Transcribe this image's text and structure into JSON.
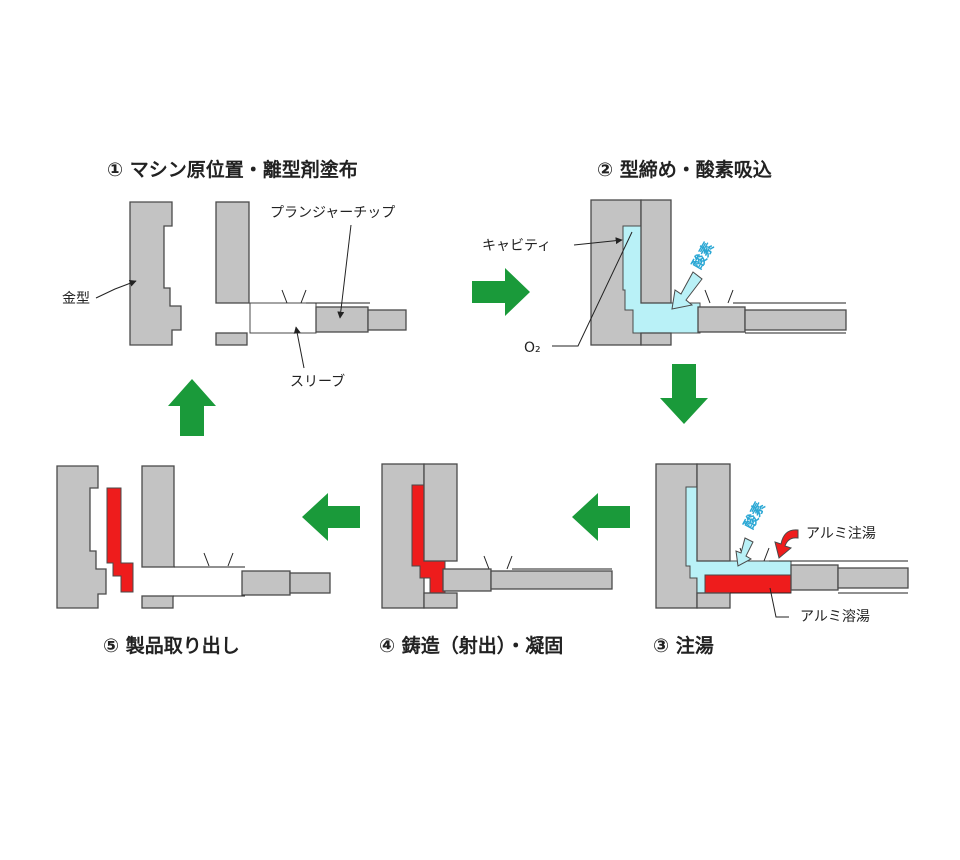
{
  "steps": [
    {
      "title": "① マシン原位置・離型剤塗布"
    },
    {
      "title": "② 型締め・酸素吸込"
    },
    {
      "title": "③ 注湯"
    },
    {
      "title": "④ 鋳造（射出）・凝固"
    },
    {
      "title": "⑤ 製品取り出し"
    }
  ],
  "labels": {
    "mold": "金型",
    "plunger_tip": "プランジャーチップ",
    "sleeve": "スリーブ",
    "cavity": "キャビティ",
    "o2": "O₂",
    "oxygen": "酸素",
    "pour": "アルミ注湯",
    "molten": "アルミ溶湯"
  },
  "colors": {
    "metal": "#c3c3c3",
    "cavity": "#b9f1f7",
    "aluminum": "#ee1c1c",
    "arrow": "#1a9a3a",
    "oxygen_text": "#2aa7d4"
  },
  "icons": [
    "arrow-right-icon",
    "arrow-down-icon",
    "arrow-left-icon",
    "arrow-up-icon"
  ]
}
